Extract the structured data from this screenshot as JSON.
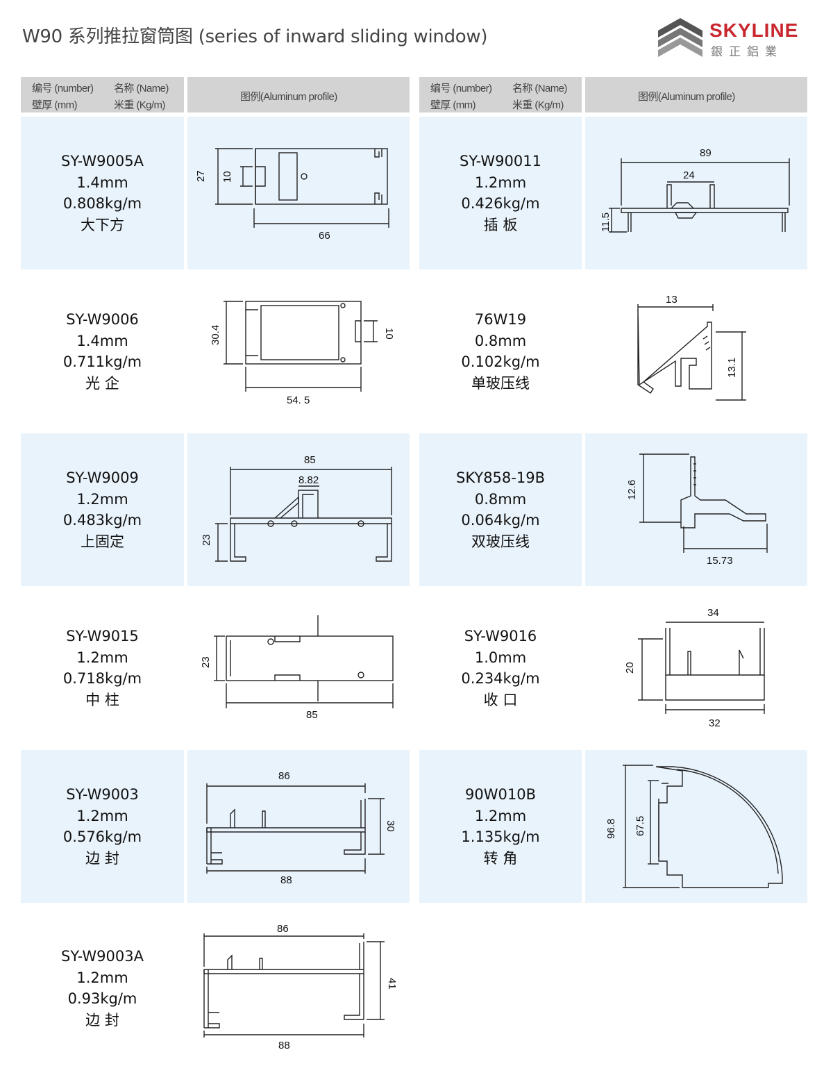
{
  "page": {
    "title": "W90 系列推拉窗筒图 (series of inward sliding window)"
  },
  "brand": {
    "name": "SKYLINE",
    "subtitle": "銀正鋁業"
  },
  "header": {
    "number_label": "编号 (number)",
    "name_label": "名称 (Name)",
    "thickness_label": "壁厚 (mm)",
    "weight_label": "米重 (Kg/m)",
    "profile_label": "图例(Aluminum profile)"
  },
  "products": [
    {
      "code": "SY-W9005A",
      "thickness": "1.4mm",
      "weight": "0.808kg/m",
      "name": "大下方",
      "dims": [
        "27",
        "10",
        "66"
      ]
    },
    {
      "code": "SY-W90011",
      "thickness": "1.2mm",
      "weight": "0.426kg/m",
      "name": "插 板",
      "dims": [
        "89",
        "24",
        "11.5"
      ]
    },
    {
      "code": "SY-W9006",
      "thickness": "1.4mm",
      "weight": "0.711kg/m",
      "name": "光 企",
      "dims": [
        "30.4",
        "10",
        "54. 5"
      ]
    },
    {
      "code": "76W19",
      "thickness": "0.8mm",
      "weight": "0.102kg/m",
      "name": "单玻压线",
      "dims": [
        "13",
        "13.1"
      ]
    },
    {
      "code": "SY-W9009",
      "thickness": "1.2mm",
      "weight": "0.483kg/m",
      "name": "上固定",
      "dims": [
        "85",
        "8.82",
        "23"
      ]
    },
    {
      "code": "SKY858-19B",
      "thickness": "0.8mm",
      "weight": "0.064kg/m",
      "name": "双玻压线",
      "dims": [
        "12.6",
        "15.73"
      ]
    },
    {
      "code": "SY-W9015",
      "thickness": "1.2mm",
      "weight": "0.718kg/m",
      "name": "中 柱",
      "dims": [
        "23",
        "85"
      ]
    },
    {
      "code": "SY-W9016",
      "thickness": "1.0mm",
      "weight": "0.234kg/m",
      "name": "收 口",
      "dims": [
        "34",
        "20",
        "32"
      ]
    },
    {
      "code": "SY-W9003",
      "thickness": "1.2mm",
      "weight": "0.576kg/m",
      "name": "边 封",
      "dims": [
        "86",
        "30",
        "88"
      ]
    },
    {
      "code": "90W010B",
      "thickness": "1.2mm",
      "weight": "1.135kg/m",
      "name": "转 角",
      "dims": [
        "96.8",
        "67.5"
      ]
    },
    {
      "code": "SY-W9003A",
      "thickness": "1.2mm",
      "weight": "0.93kg/m",
      "name": "边 封",
      "dims": [
        "86",
        "41",
        "88"
      ]
    }
  ]
}
